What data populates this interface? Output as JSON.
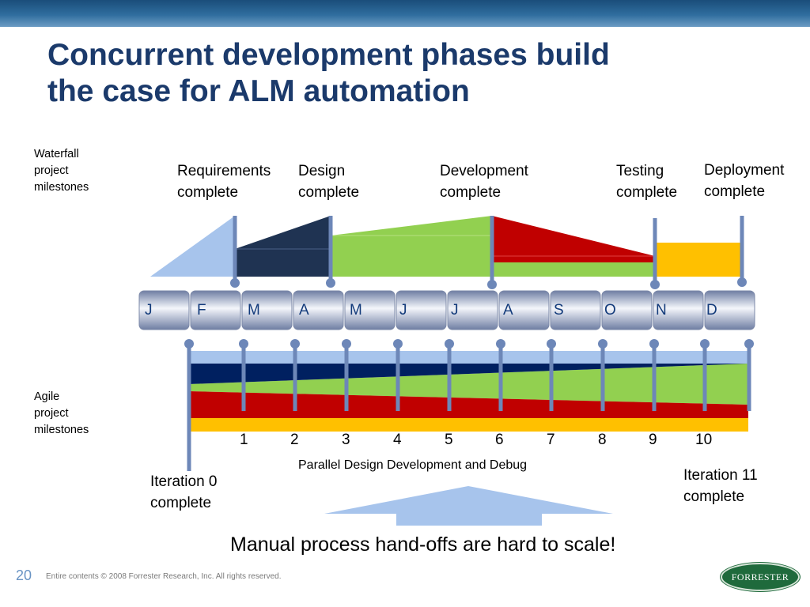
{
  "slide": {
    "title_lines": [
      "Concurrent development phases build",
      "the case for ALM automation"
    ],
    "page_number": "20",
    "footer": "Entire contents © 2008  Forrester Research, Inc. All rights reserved.",
    "logo_text": "FORRESTER"
  },
  "waterfall": {
    "side_label": [
      "Waterfall",
      "project",
      "milestones"
    ],
    "milestones": [
      {
        "line1": "Requirements",
        "line2": "complete"
      },
      {
        "line1": "Design",
        "line2": "complete"
      },
      {
        "line1": "Development",
        "line2": "complete"
      },
      {
        "line1": "Testing",
        "line2": "complete"
      },
      {
        "line1": "Deployment",
        "line2": "complete"
      }
    ]
  },
  "timeline": {
    "months": [
      "J",
      "F",
      "M",
      "A",
      "M",
      "J",
      "J",
      "A",
      "S",
      "O",
      "N",
      "D"
    ]
  },
  "agile": {
    "side_label": [
      "Agile",
      "project",
      "milestones"
    ],
    "iterations": [
      "1",
      "2",
      "3",
      "4",
      "5",
      "6",
      "7",
      "8",
      "9",
      "10"
    ],
    "iteration0": {
      "line1": "Iteration 0",
      "line2": "complete"
    },
    "iteration11": {
      "line1": "Iteration 11",
      "line2": "complete"
    },
    "parallel_label": "Parallel Design Development and Debug"
  },
  "callout": "Manual process hand-offs are hard to scale!",
  "colors": {
    "requirements": "#a7c4ec",
    "design": "#1f3352",
    "development": "#92d050",
    "testing": "#c00000",
    "deployment": "#ffc000",
    "agile_top": "#a7c4ec",
    "agile_navy": "#002060",
    "marker": "#6d87b8"
  }
}
